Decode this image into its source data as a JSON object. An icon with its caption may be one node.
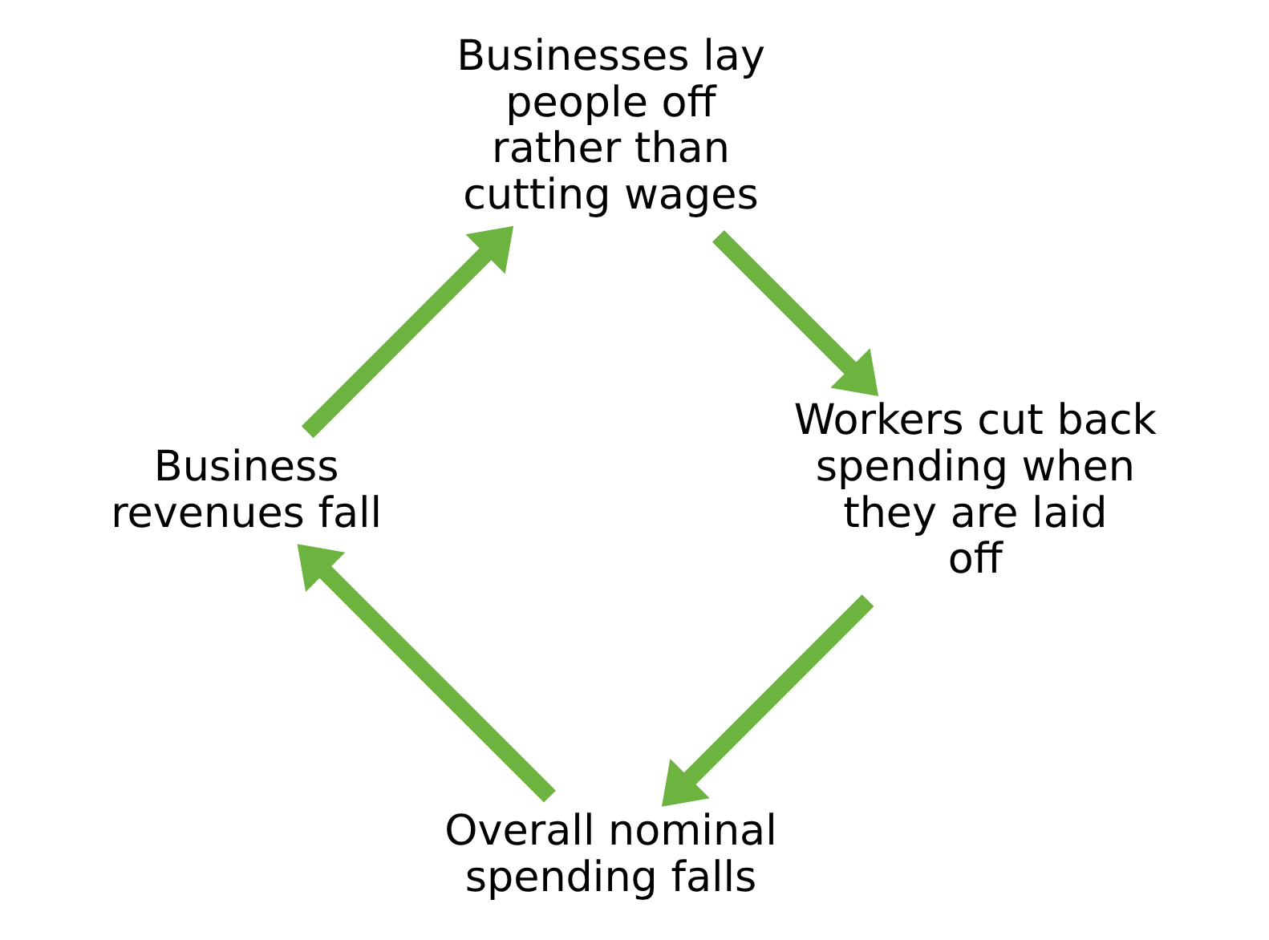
{
  "diagram": {
    "nodes": [
      {
        "text": [
          "Overall nominal spending falls"
        ]
      },
      {
        "text": [
          "Business revenues fall"
        ]
      },
      {
        "text": [
          "Businesses lay people off rather than cutting wages"
        ]
      },
      {
        "text": [
          "Workers cut back spending when they are laid off"
        ]
      }
    ],
    "edges": [
      {
        "from": 0,
        "to": 1,
        "arrow": "to"
      },
      {
        "from": 1,
        "to": 2,
        "arrow": "to"
      },
      {
        "from": 2,
        "to": 3,
        "arrow": "to"
      },
      {
        "from": 3,
        "to": 0,
        "arrow": "to"
      }
    ]
  }
}
